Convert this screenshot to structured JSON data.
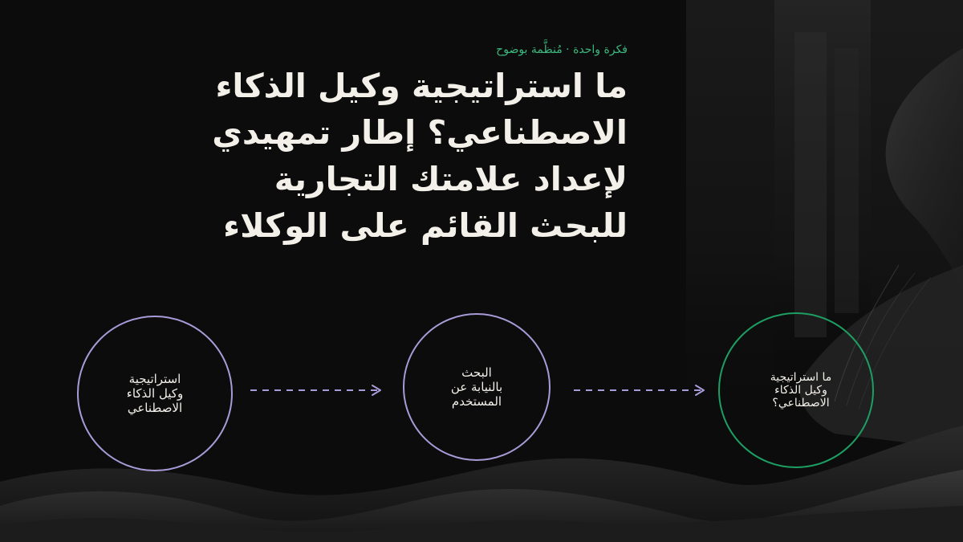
{
  "slide": {
    "eyebrow": "فكرة واحدة · مُنظَّمة بوضوح",
    "title": "ما استراتيجية وكيل الذكاء الاصطناعي؟ إطار تمهيدي لإعداد علامتك التجارية للبحث القائم على الوكلاء"
  },
  "diagram": {
    "nodes": [
      {
        "label": "استراتيجية\nوكيل الذكاء\nالاصطناعي",
        "color": "#a89bd8"
      },
      {
        "label": "البحث\nبالنيابة عن\nالمستخدم",
        "color": "#a89bd8"
      },
      {
        "label": "ما استراتيجية\nوكيل الذكاء\nالاصطناعي؟",
        "color": "#1d9e63"
      }
    ],
    "connector_color": "#a89bd8",
    "connector_style": "dashed-arrow"
  },
  "theme": {
    "background": "#0c0c0c",
    "accent_green": "#3cb87f",
    "title_color": "#f3f0ea"
  }
}
